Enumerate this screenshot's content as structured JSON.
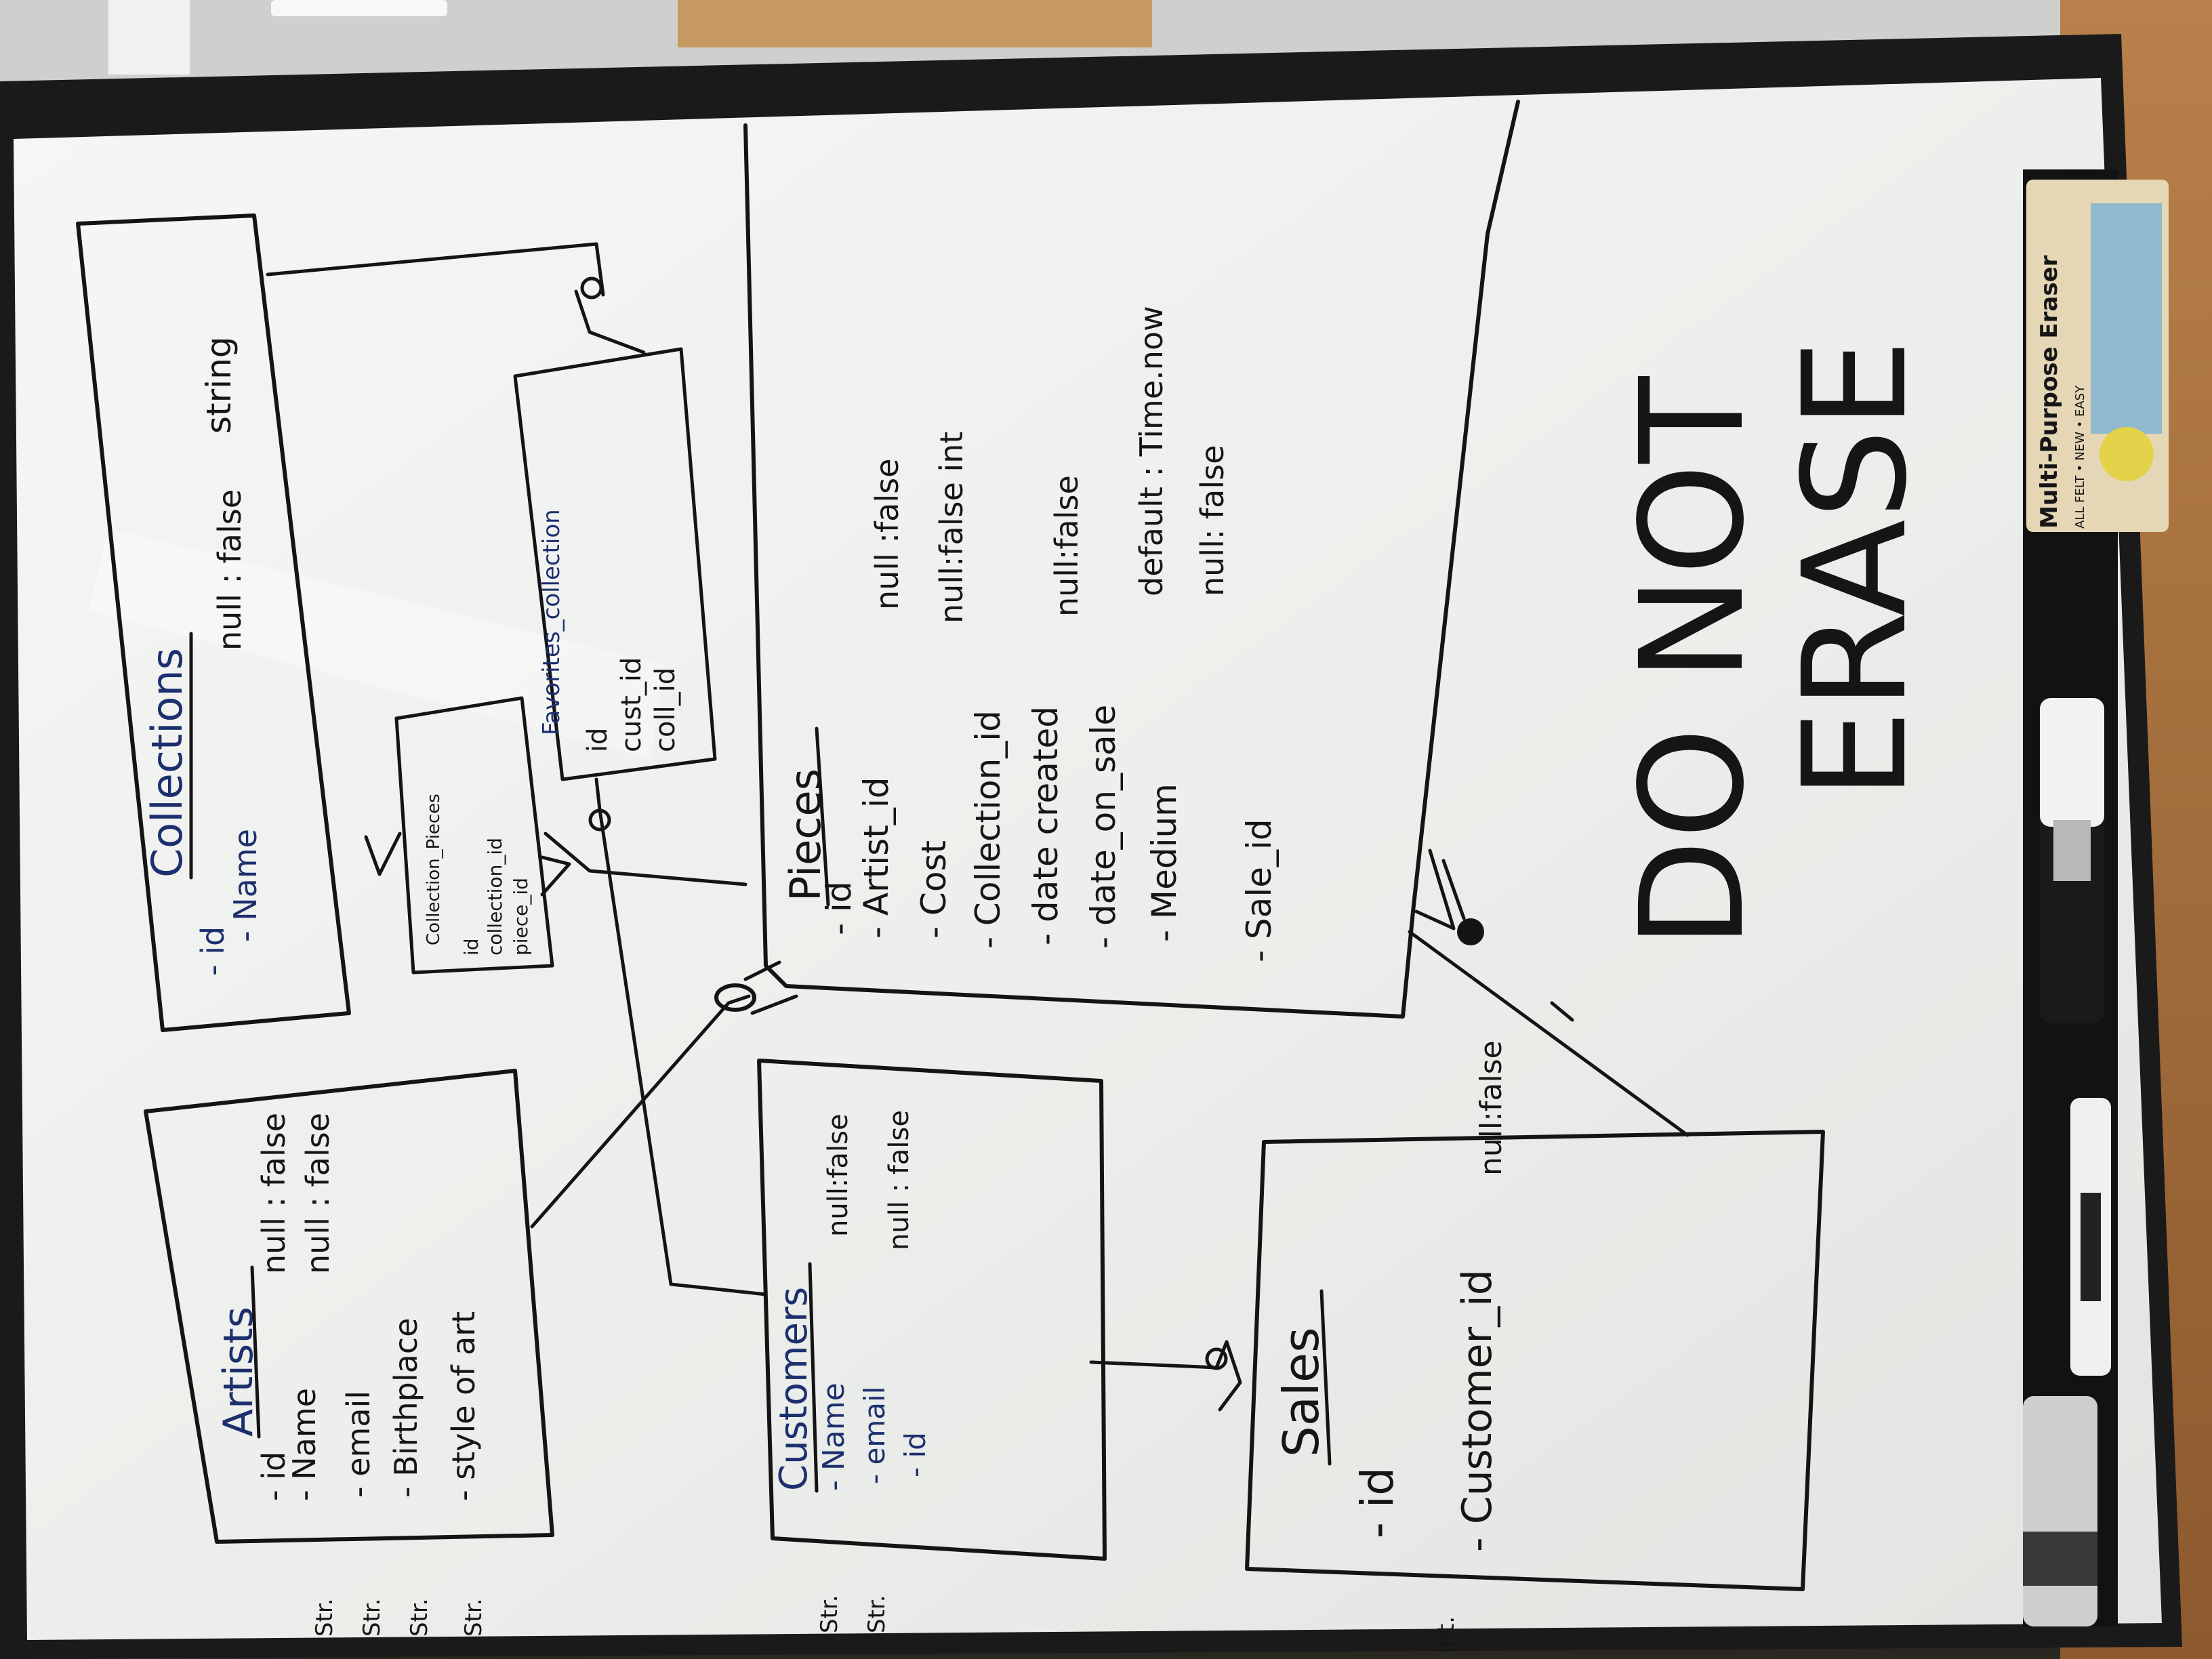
{
  "collections": {
    "title": "Collections",
    "attrs": [
      "- id",
      "- Name"
    ],
    "constraints": [
      "null : false",
      "string"
    ]
  },
  "collection_pieces": {
    "title": "Collection_Pieces",
    "attrs": [
      "id",
      "collection_id",
      "piece_id"
    ]
  },
  "favorites": {
    "title": "Favorites_collection",
    "attrs": [
      "id",
      "cust_id",
      "coll_id"
    ]
  },
  "pieces": {
    "title": "Pieces",
    "attrs": [
      "- id",
      "- Artist_id",
      "- Cost",
      "- Collection_id",
      "- date created",
      "- date_on_sale",
      "- Medium",
      "- Sale_id"
    ],
    "constraints": [
      "null :false",
      "null:false  int",
      "null:false",
      "default : Time.now",
      "null: false"
    ]
  },
  "artists": {
    "title": "Artists",
    "attrs": [
      "- id",
      "- Name",
      "- email",
      "- Birthplace",
      "- style of art"
    ],
    "constraints": [
      "null : false",
      "null : false"
    ],
    "types": [
      "Str.",
      "Str.",
      "Str.",
      "Str."
    ]
  },
  "customers": {
    "title": "Customers",
    "attrs": [
      "- Name",
      "- email",
      "- id"
    ],
    "constraints": [
      "null:false",
      "null : false"
    ],
    "types": [
      "Str.",
      "Str."
    ]
  },
  "sales": {
    "title": "Sales",
    "attrs": [
      "- id",
      "- Customer_id"
    ],
    "constraints": [
      "null:false"
    ],
    "types": [
      "int."
    ]
  },
  "notice": [
    "DO NOT",
    "ERASE"
  ],
  "eraser": {
    "brand": "Multi-Purpose Eraser",
    "text": "ALL FELT • NEW • EASY"
  },
  "colors": {
    "wall": "#2a2622",
    "board": "#eef0ee",
    "frame": "#1a1a1a",
    "ink": "#141414",
    "blue_ink": "#1c2f6e"
  }
}
